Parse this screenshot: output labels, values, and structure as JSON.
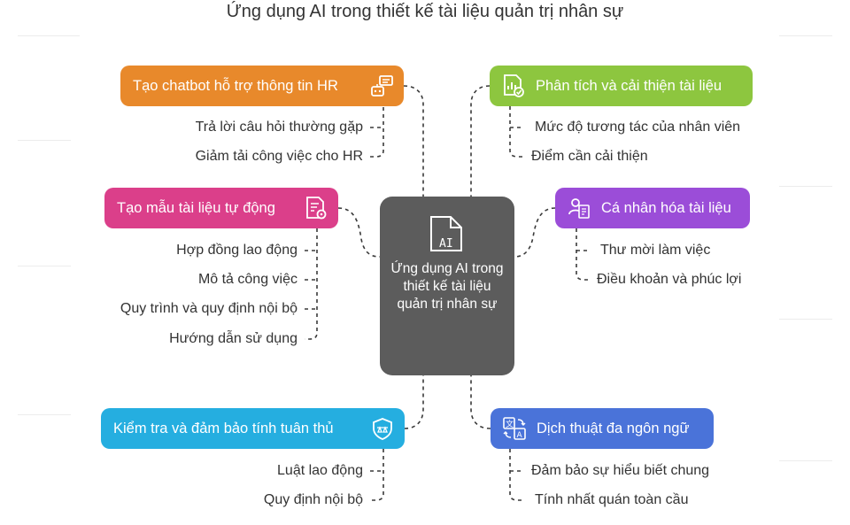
{
  "title": "Ứng dụng AI trong thiết kế tài liệu quản trị nhân sự",
  "center": {
    "label": "Ứng dụng AI trong thiết kế tài liệu quản trị nhân sự",
    "icon": "document-ai-icon",
    "icon_text": "AI",
    "color": "#5c5c5c"
  },
  "branches": [
    {
      "label": "Tạo chatbot hỗ trợ thông tin HR",
      "color": "#e8892b",
      "icon": "chatbot-icon",
      "items": [
        "Trả lời câu hỏi thường gặp",
        "Giảm tải công việc cho HR"
      ]
    },
    {
      "label": "Tạo mẫu tài liệu tự động",
      "color": "#db3f8a",
      "icon": "document-settings-icon",
      "items": [
        "Hợp đồng lao động",
        "Mô tả công việc",
        "Quy trình và quy định nội bộ",
        "Hướng dẫn sử dụng"
      ]
    },
    {
      "label": "Kiểm tra và đảm bảo tính tuân thủ",
      "color": "#25aee0",
      "icon": "compliance-icon",
      "items": [
        "Luật lao động",
        "Quy định nội bộ"
      ]
    },
    {
      "label": "Phân tích và cải thiện tài liệu",
      "color": "#8dc63f",
      "icon": "document-analysis-icon",
      "items": [
        "Mức độ tương tác của nhân viên",
        "Điểm cần cải thiện"
      ]
    },
    {
      "label": "Cá nhân hóa tài liệu",
      "color": "#9b4dd8",
      "icon": "personalized-document-icon",
      "items": [
        "Thư mời làm việc",
        "Điều khoản và phúc lợi"
      ]
    },
    {
      "label": "Dịch thuật đa ngôn ngữ",
      "color": "#4a73d9",
      "icon": "translate-icon",
      "items": [
        "Đảm bảo sự hiểu biết chung",
        "Tính nhất quán toàn cầu"
      ]
    }
  ]
}
